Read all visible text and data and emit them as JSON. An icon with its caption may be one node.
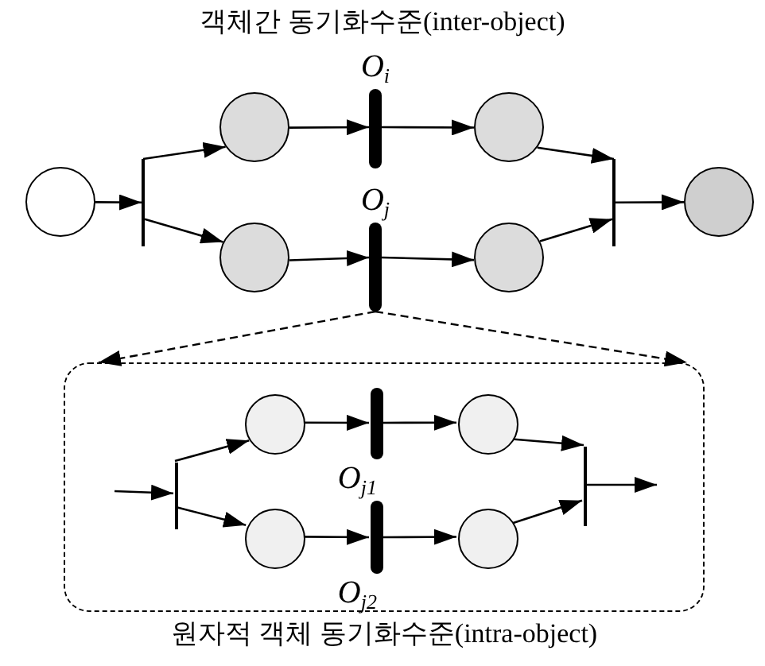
{
  "diagram": {
    "title": "객체간 동기화수준(inter-object)",
    "nodes": [
      {
        "text": [],
        "shape": "circle"
      },
      {
        "text": [],
        "shape": "bar"
      },
      {
        "text": [],
        "shape": "circle"
      },
      {
        "text": [],
        "shape": "circle"
      },
      {
        "text": [
          "O$_{i}$"
        ]
      },
      {
        "text": [
          "O$_{j}$"
        ]
      },
      {
        "text": [],
        "shape": "circle"
      },
      {
        "text": [],
        "shape": "circle"
      },
      {
        "text": [],
        "shape": "bar"
      },
      {
        "text": [],
        "shape": "circle"
      },
      {
        "text": [
          "원자적 객체 동기화수준(intra-object)"
        ]
      },
      {
        "text": [],
        "shape": "bar",
        "in": 10
      },
      {
        "text": [],
        "shape": "circle",
        "in": 10
      },
      {
        "text": [],
        "shape": "circle",
        "in": 10
      },
      {
        "text": [
          "O$_{j1}$"
        ],
        "in": 10
      },
      {
        "text": [
          "O$_{j2}$"
        ],
        "in": 10
      },
      {
        "text": [],
        "shape": "circle",
        "in": 10
      },
      {
        "text": [],
        "shape": "circle",
        "in": 10
      },
      {
        "text": [],
        "shape": "bar",
        "in": 10
      }
    ],
    "edges": [
      {
        "from": 0,
        "to": 1,
        "arrow": "to"
      },
      {
        "from": 1,
        "to": 2,
        "arrow": "to"
      },
      {
        "from": 1,
        "to": 3,
        "arrow": "to"
      },
      {
        "from": 2,
        "to": 4,
        "arrow": "to"
      },
      {
        "from": 4,
        "to": 6,
        "arrow": "to"
      },
      {
        "from": 3,
        "to": 5,
        "arrow": "to"
      },
      {
        "from": 5,
        "to": 7,
        "arrow": "to"
      },
      {
        "from": 6,
        "to": 8,
        "arrow": "to"
      },
      {
        "from": 7,
        "to": 8,
        "arrow": "to"
      },
      {
        "from": 8,
        "to": 9,
        "arrow": "to"
      },
      {
        "from": 5,
        "to": 10,
        "arrow": "to",
        "style": "dashed"
      },
      {
        "from": 5,
        "to": 10,
        "arrow": "to",
        "style": "dashed"
      },
      {
        "from": null,
        "to": 11,
        "arrow": "to"
      },
      {
        "from": 11,
        "to": 12,
        "arrow": "to"
      },
      {
        "from": 11,
        "to": 13,
        "arrow": "to"
      },
      {
        "from": 12,
        "to": 14,
        "arrow": "to"
      },
      {
        "from": 14,
        "to": 16,
        "arrow": "to"
      },
      {
        "from": 13,
        "to": 15,
        "arrow": "to"
      },
      {
        "from": 15,
        "to": 17,
        "arrow": "to"
      },
      {
        "from": 16,
        "to": 18,
        "arrow": "to"
      },
      {
        "from": 17,
        "to": 18,
        "arrow": "to"
      },
      {
        "from": 18,
        "to": null,
        "arrow": "to"
      }
    ]
  }
}
